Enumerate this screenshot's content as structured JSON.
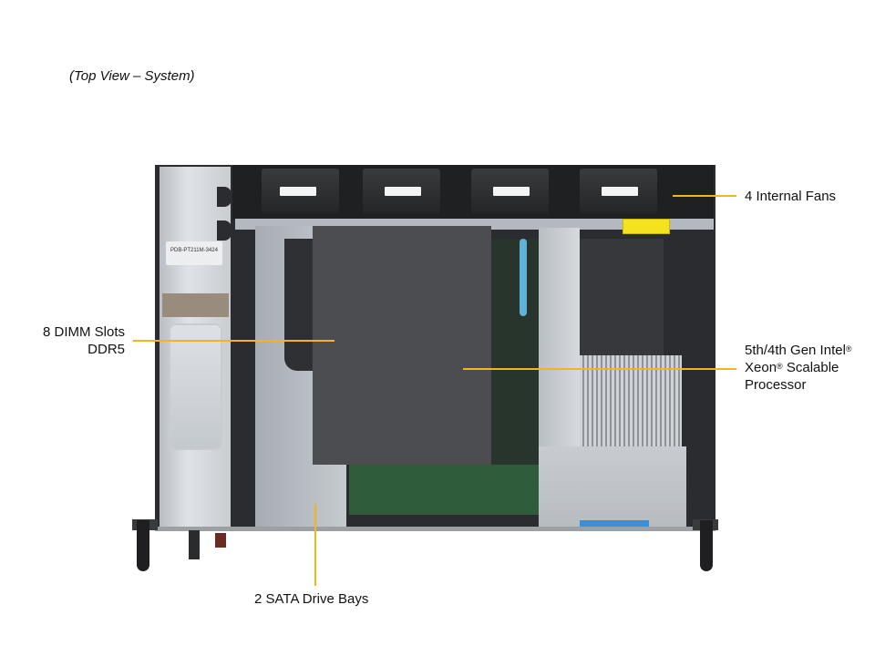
{
  "caption": "(Top View – System)",
  "illustration": {
    "subject": "server-chassis-top-view",
    "psu_label": {
      "line1": "PDB-PT211M-3424"
    },
    "fan_count": 4
  },
  "callouts": {
    "fans": {
      "text": "4 Internal Fans"
    },
    "dimm": {
      "line1": "8 DIMM Slots",
      "line2": "DDR5"
    },
    "cpu": {
      "line1_a": "5th/4th Gen Intel",
      "line1_reg": "®",
      "line2_a": "Xeon",
      "line2_reg": "®",
      "line2_b": " Scalable",
      "line3": "Processor"
    },
    "sata": {
      "text": "2 SATA Drive Bays"
    }
  },
  "colors": {
    "callout_line": "#f2b51c",
    "text": "#111111",
    "background": "#ffffff"
  }
}
